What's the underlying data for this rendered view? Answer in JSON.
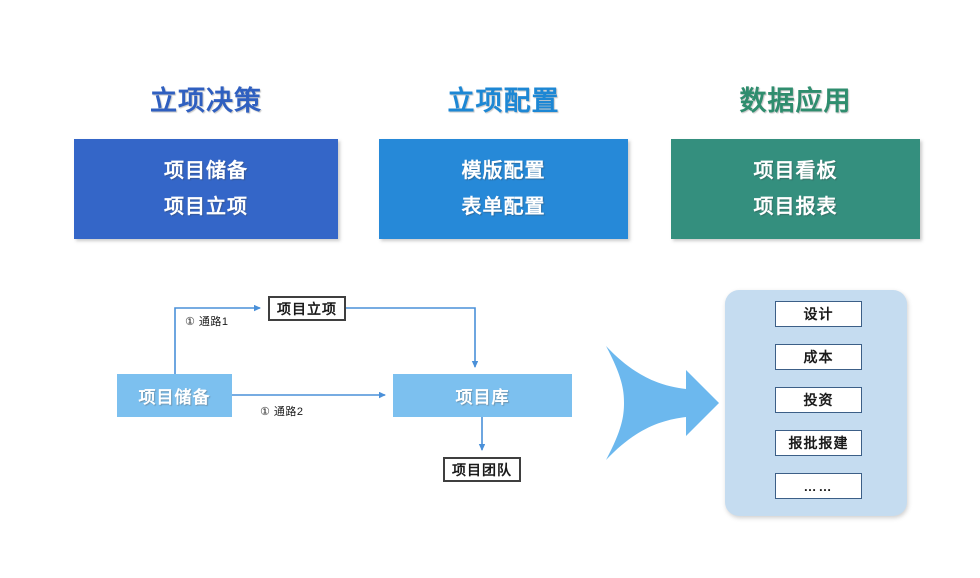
{
  "columns": [
    {
      "title": "立项决策",
      "title_color": "#2f5fc0",
      "block_color": "#3466c8",
      "items": [
        "项目储备",
        "项目立项"
      ]
    },
    {
      "title": "立项配置",
      "title_color": "#1d87d4",
      "block_color": "#2689d8",
      "items": [
        "模版配置",
        "表单配置"
      ]
    },
    {
      "title": "数据应用",
      "title_color": "#2f8d6e",
      "block_color": "#348f7e",
      "items": [
        "项目看板",
        "项目报表"
      ]
    }
  ],
  "flow": {
    "nodes": {
      "reserve": "项目储备",
      "approval": "项目立项",
      "library": "项目库",
      "team": "项目团队"
    },
    "labels": {
      "path1": "① 通路1",
      "path2": "① 通路2"
    },
    "node_fill": "#7cc0ef",
    "connector_color": "#4a90d9"
  },
  "arrow": {
    "name": "big-right-chevron-arrow",
    "color": "#6cb8ee"
  },
  "panel": {
    "background": "#c5dcf0",
    "items": [
      "设计",
      "成本",
      "投资",
      "报批报建",
      "……"
    ]
  }
}
